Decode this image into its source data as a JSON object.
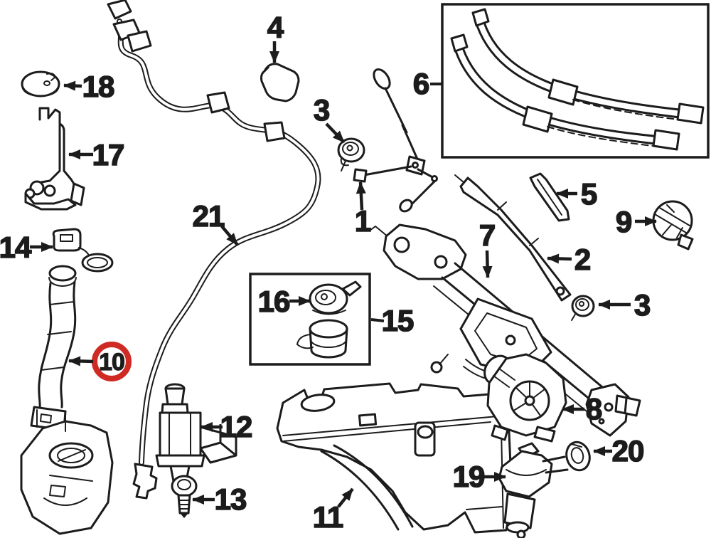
{
  "diagram": {
    "title": "Windshield wiper and washer system parts diagram",
    "background": "#ffffff",
    "line_color": "#1c1c1c",
    "highlight_color": "#cf2a23",
    "highlighted_part": "10",
    "labels": {
      "p1": "1",
      "p2": "2",
      "p3a": "3",
      "p3b": "3",
      "p4": "4",
      "p5": "5",
      "p6": "6",
      "p7": "7",
      "p8": "8",
      "p9": "9",
      "p10": "10",
      "p11": "11",
      "p12": "12",
      "p13": "13",
      "p14": "14",
      "p15": "15",
      "p16": "16",
      "p17": "17",
      "p18": "18",
      "p19": "19",
      "p20": "20",
      "p21": "21"
    }
  }
}
